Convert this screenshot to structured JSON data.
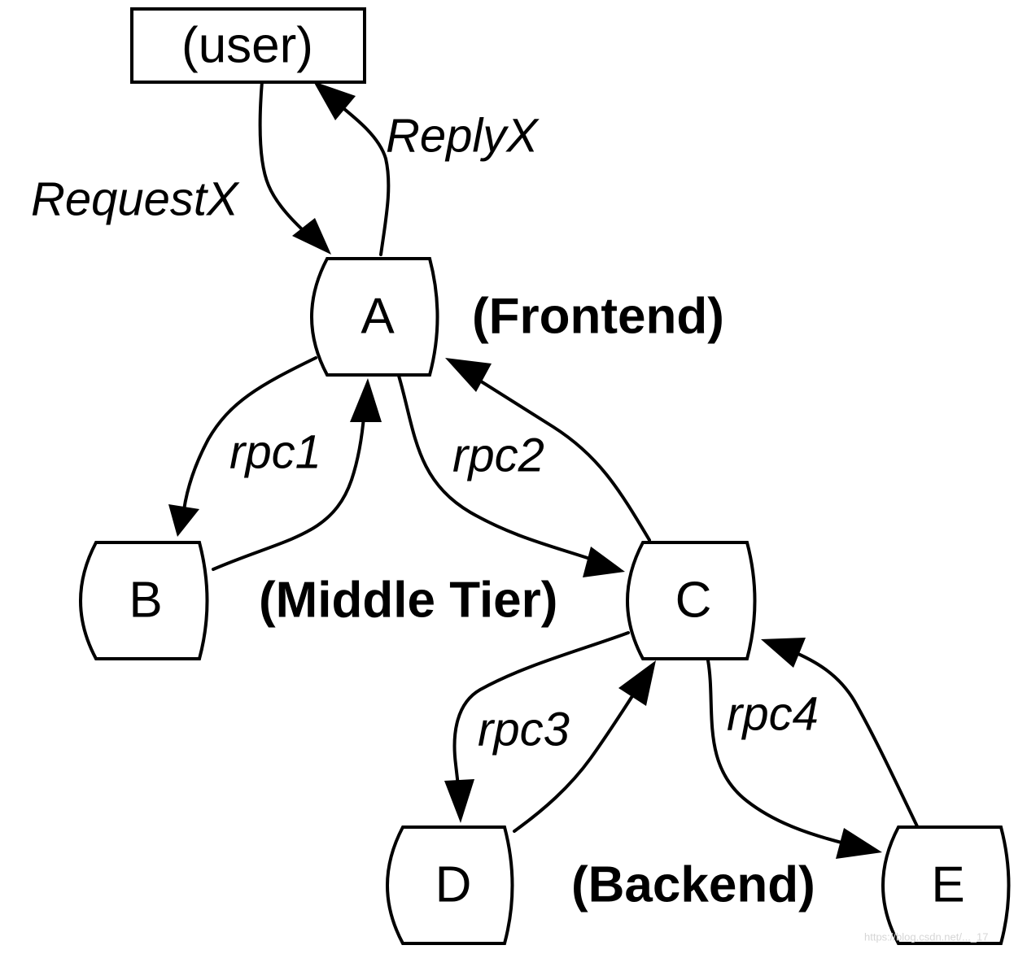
{
  "nodes": {
    "user": {
      "label": "(user)"
    },
    "a": {
      "label": "A"
    },
    "b": {
      "label": "B"
    },
    "c": {
      "label": "C"
    },
    "d": {
      "label": "D"
    },
    "e": {
      "label": "E"
    }
  },
  "tiers": {
    "frontend": "(Frontend)",
    "middle": "(Middle Tier)",
    "backend": "(Backend)"
  },
  "edges": {
    "request": "RequestX",
    "reply": "ReplyX",
    "rpc1": "rpc1",
    "rpc2": "rpc2",
    "rpc3": "rpc3",
    "rpc4": "rpc4"
  },
  "watermark": "https://blog.csdn.net/..._17"
}
